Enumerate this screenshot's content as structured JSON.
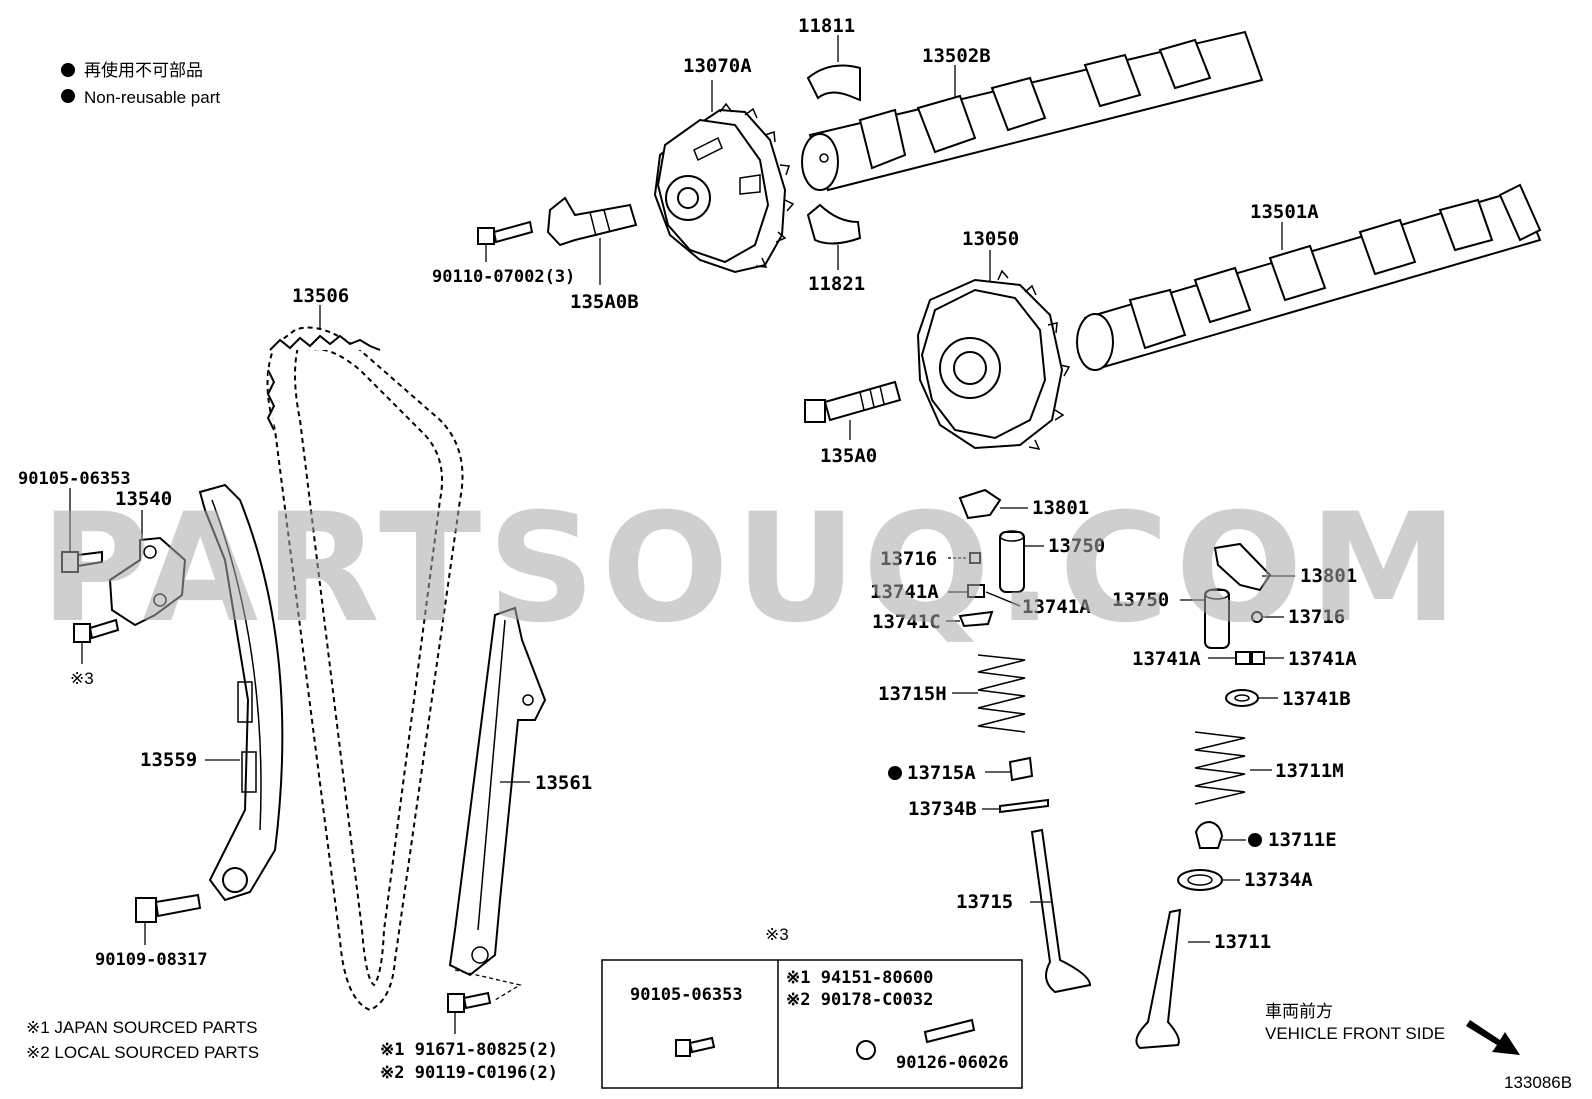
{
  "legend": {
    "jp": "再使用不可部品",
    "en": "Non-reusable part"
  },
  "watermark": "PARTSOUQ.COM",
  "labels": {
    "p13070A": "13070A",
    "p11811": "11811",
    "p13502B": "13502B",
    "p90110": "90110-07002(3)",
    "p135A0B": "135A0B",
    "p11821": "11821",
    "p13050": "13050",
    "p13501A": "13501A",
    "p13506": "13506",
    "p135A0": "135A0",
    "p90105a": "90105-06353",
    "p13540": "13540",
    "ref3": "※3",
    "p13559": "13559",
    "p13561": "13561",
    "p90109": "90109-08317",
    "p13801a": "13801",
    "p13716a": "13716",
    "p13750a": "13750",
    "p13741Aa": "13741A",
    "p13741Ab": "13741A",
    "p13741C": "13741C",
    "p13715H": "13715H",
    "p13715A": "13715A",
    "p13734B": "13734B",
    "p13715": "13715",
    "p13801b": "13801",
    "p13750b": "13750",
    "p13716b": "13716",
    "p13741Ac": "13741A",
    "p13741Ad": "13741A",
    "p13741B": "13741B",
    "p13711M": "13711M",
    "p13711E": "13711E",
    "p13734A": "13734A",
    "p13711": "13711"
  },
  "footnotes": {
    "note1": "※1 JAPAN SOURCED PARTS",
    "note2": "※2 LOCAL SOURCED PARTS",
    "chain_bolt1": "※1 91671-80825(2)",
    "chain_bolt2": "※2 90119-C0196(2)"
  },
  "callout_box": {
    "title": "※3",
    "left_part": "90105-06353",
    "right_line1": "※1 94151-80600",
    "right_line2": "※2 90178-C0032",
    "right_part": "90126-06026"
  },
  "direction": {
    "jp": "車両前方",
    "en": "VEHICLE FRONT SIDE"
  },
  "diagram_code": "133086B"
}
